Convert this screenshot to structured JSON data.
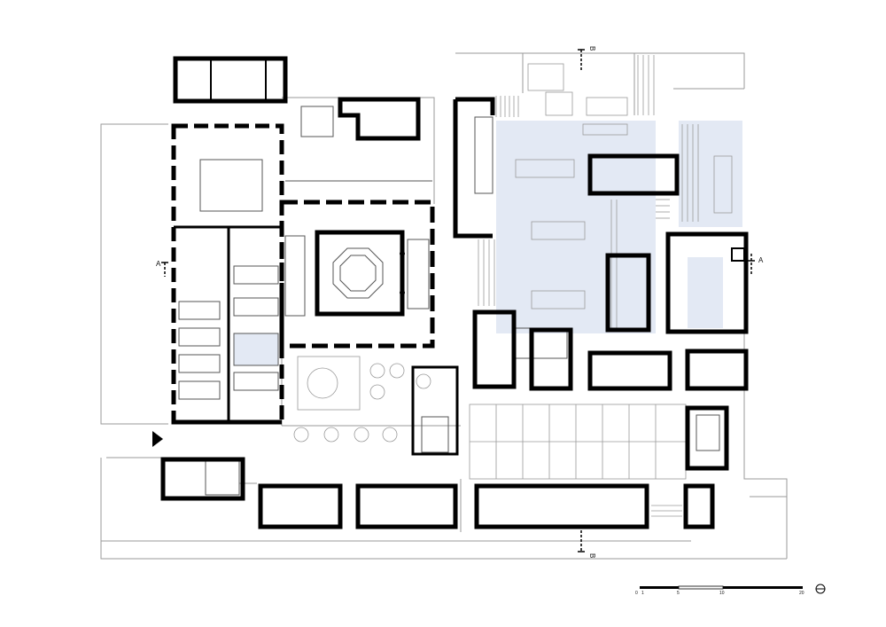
{
  "section_markers": {
    "a_left": "A",
    "a_right": "A",
    "b_top": "B",
    "b_bottom": "B"
  },
  "scale_bar": {
    "ticks": [
      "0",
      "1",
      "5",
      "10",
      "20"
    ]
  },
  "colors": {
    "wall": "#000000",
    "thin_line": "#9a9a9a",
    "pool_fill": "#e3e9f4"
  },
  "icons": {
    "north_arrow": "north-arrow-icon",
    "entrance": "entrance-triangle-icon"
  }
}
